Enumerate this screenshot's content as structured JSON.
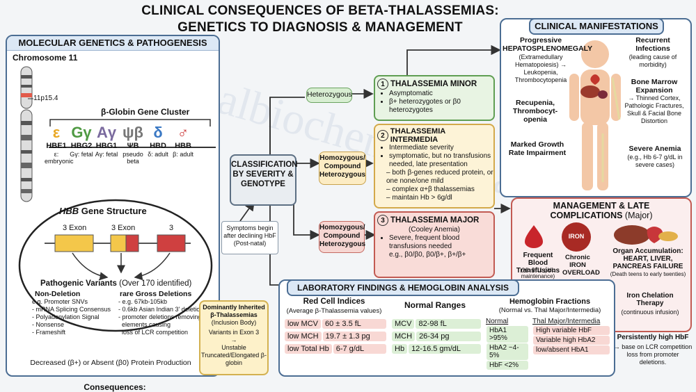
{
  "title_line1": "CLINICAL CONSEQUENCES OF BETA-THALASSEMIAS:",
  "title_line2": "GENETICS TO DIAGNOSIS & MANAGEMENT",
  "watermark": "themedicalbiochemistrypage.org",
  "molecular": {
    "header": "MOLECULAR GENETICS & PATHOGENESIS",
    "chromosome": "Chromosome 11",
    "band": "11p15.4",
    "cluster": "β-Globin Gene Cluster",
    "genes": [
      {
        "sym": "ε",
        "name": "HBE1",
        "desc": "ε: embryonic",
        "color": "#e9a824"
      },
      {
        "sym": "Gγ",
        "name": "HBG2",
        "desc": "Gγ: fetal",
        "color": "#4f9a43"
      },
      {
        "sym": "Aγ",
        "name": "HBG1",
        "desc": "Aγ: fetal",
        "color": "#7a6a9e"
      },
      {
        "sym": "ψβ",
        "name": "ΨB",
        "desc": "pseudo beta",
        "color": "#777777"
      },
      {
        "sym": "δ",
        "name": "HBD",
        "desc": "δ: adult",
        "color": "#3b79c4"
      },
      {
        "sym": "♂",
        "name": "HBB",
        "desc": "β: adult",
        "color": "#cc3a3a"
      }
    ],
    "structure_title_italic": "HBB",
    "structure_title_rest": " Gene Structure",
    "exons": [
      "3 Exon",
      "3 Exon",
      "3"
    ],
    "variants_title": "Pathogenic Variants",
    "variants_count": " (Over 170 identified)",
    "nondeletion_title": "Non-Deletion",
    "nondeletion_items": [
      "e.g. Promoter SNVs",
      "- mRNA Splicing Consensus",
      "- Polyadenylation Signal",
      "- Nonsense",
      "- Frameshift"
    ],
    "deletion_title": "rare Gross Deletions",
    "deletion_items": [
      "- e.g. 67kb-105kb",
      "- 0.6kb Asian Indian 3' deletion",
      "- promoter deletions removing",
      "  elements causing",
      "  loss of LCR competition"
    ],
    "consequences_title": "Consequences:",
    "consequences_text": "Decreased (β+) or Absent (β0) Protein Production"
  },
  "dominant": {
    "title": "Dominantly Inherited β-Thalassemias",
    "sub": "(Inclusion Body)",
    "line1": "Variants in Exon 3",
    "arrow": "→",
    "line2": "Unstable Truncated/Elongated β-globin"
  },
  "classification": {
    "label": "CLASSIFICATION BY SEVERITY & GENOTYPE",
    "symptoms": "Symptoms begin after declining HbF (Post-natal)"
  },
  "genotypes": {
    "het": "Heterozygous",
    "homo1": "Homozygous/ Compound Heterozygous",
    "homo2": "Homozygous/ Compound Heterozygous"
  },
  "minor": {
    "num": "1",
    "title": "THALASSEMIA MINOR",
    "items": [
      "Asymptomatic",
      "β+ heterozygotes or β0 heterozygotes"
    ]
  },
  "intermedia": {
    "num": "2",
    "title": "THALASSEMIA INTERMEDIA",
    "items": [
      "Intermediate severity",
      "symptomatic, but no transfusions needed, late presentation"
    ],
    "subitems": [
      "– both β-genes reduced protein, or one none/one mild",
      "– complex α+β thalassemias",
      "– maintain Hb > 6g/dl"
    ]
  },
  "major": {
    "num": "3",
    "title": "THALASSEMIA MAJOR",
    "sub": "(Cooley Anemia)",
    "items": [
      "Severe, frequent blood transfusions needed",
      "e.g., β0/β0, β0/β+, β+/β+"
    ]
  },
  "clinical": {
    "header": "CLINICAL MANIFESTATIONS",
    "hep_title": "Progressive HEPATOSPLENOMEGALY",
    "hep_text": "(Extramedullary Hematopoiesis) → Leukopenia, Thrombocytopenia",
    "inf_title": "Recurrent Infections",
    "inf_text": "(leading cause of morbidity)",
    "bm_title": "Bone Marrow Expansion",
    "bm_text": "→ Thinned Cortex, Pathologic Fractures, Skull & Facial Bone Distortion",
    "rec_title": "Recupenia, Thrombocyt-openia",
    "growth_title": "Marked Growth Rate Impairment",
    "anemia_title": "Severe Anemia",
    "anemia_text": "(e.g., Hb 6-7 g/dL in severe cases)"
  },
  "management": {
    "header1": "MANAGEMENT & LATE",
    "header2": "COMPLICATIONS",
    "header2b": " (Major)",
    "transfusion_title": "Frequent Blood Transfusions",
    "transfusion_text": "(Hb 9-11 g/dL maintenance)",
    "iron_label": "IRON",
    "iron_title": "Chronic IRON OVERLOAD",
    "organ_title": "Organ Accumulation: HEART, LIVER, PANCREAS FAILURE",
    "organ_text": "(Death teens to early twenties)",
    "chelation_title": "Iron Chelation Therapy",
    "chelation_text": "(continuous infusion)"
  },
  "lab": {
    "header": "LABORATORY FINDINGS & HEMOGLOBIN ANALYSIS",
    "rbc_title": "Red Cell Indices",
    "rbc_sub": "(Average β-Thalassemia values)",
    "rbc_rows": [
      {
        "label": "low MCV",
        "value": "60 ± 3.5 fL"
      },
      {
        "label": "low MCH",
        "value": "19.7 ± 1.3 pg"
      },
      {
        "label": "low Total Hb",
        "value": "6-7 g/dL"
      }
    ],
    "normal_title": "Normal Ranges",
    "normal_rows": [
      {
        "label": "MCV",
        "value": "82-98 fL"
      },
      {
        "label": "MCH",
        "value": "26-34 pg"
      },
      {
        "label": "Hb",
        "value": "12-16.5 gm/dL"
      }
    ],
    "frac_title": "Hemoglobin Fractions",
    "frac_sub": "(Normal vs. Thal Major/Intermedia)",
    "normal_col": "Normal",
    "normal_items": [
      "HbA1 >95%",
      "HbA2 ~4-5%",
      "HbF <2%"
    ],
    "thal_col": "Thal Major/Intermedia",
    "thal_items": [
      "High variable HbF",
      "Variable high HbA2",
      "low/absent HbA1"
    ],
    "persist_title": "Persistently high HbF",
    "persist_text": "→ base on LCR competition loss from promoter deletions."
  }
}
